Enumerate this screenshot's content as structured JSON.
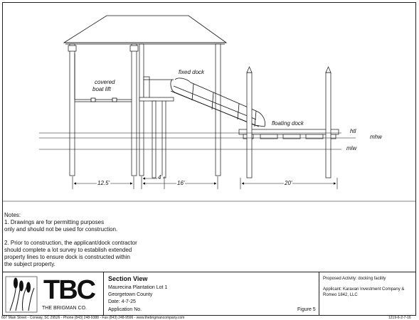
{
  "labels": {
    "covered_1": "covered",
    "covered_2": "boat lift",
    "fixed_dock": "fixed dock",
    "floating_dock": "floating dock",
    "htl": "htl",
    "mhw": "mhw",
    "mlw": "mlw",
    "dim_12": "12.5'",
    "dim_4": "4'",
    "dim_16": "16'",
    "dim_20": "20'"
  },
  "notes": {
    "heading": "Notes:",
    "note1_line1": "1. Drawings are for permitting purposes",
    "note1_line2": "only and should not be used for construction.",
    "note2_line1": "2. Prior to construction, the applicant/dock contractor",
    "note2_line2": "should complete a lot survey to establish extended",
    "note2_line3": "property lines to ensure dock is constructed within",
    "note2_line4": "the subject property."
  },
  "title_block": {
    "logo_text": "TBC",
    "company": "THE BRIGMAN CO.",
    "title": "Section View",
    "line1": "Maurecina Plantation Lot 1",
    "line2": "Georgetown County",
    "line3": "Date: 4-7-25",
    "line4": "Application No.",
    "figure": "Figure 5",
    "proposed": "Proposed Activity: docking facility",
    "applicant_1": "Applicant: Karavan Investment Company &",
    "applicant_2": "Romeo 1842, LLC",
    "footer": "607 Main Street - Conway, SC 29526 - Phone (843) 248-9388 - Fax (843) 248-9596 - www.thebrigmancompany.com",
    "dwg_no": "1219-6-2-7-16"
  }
}
